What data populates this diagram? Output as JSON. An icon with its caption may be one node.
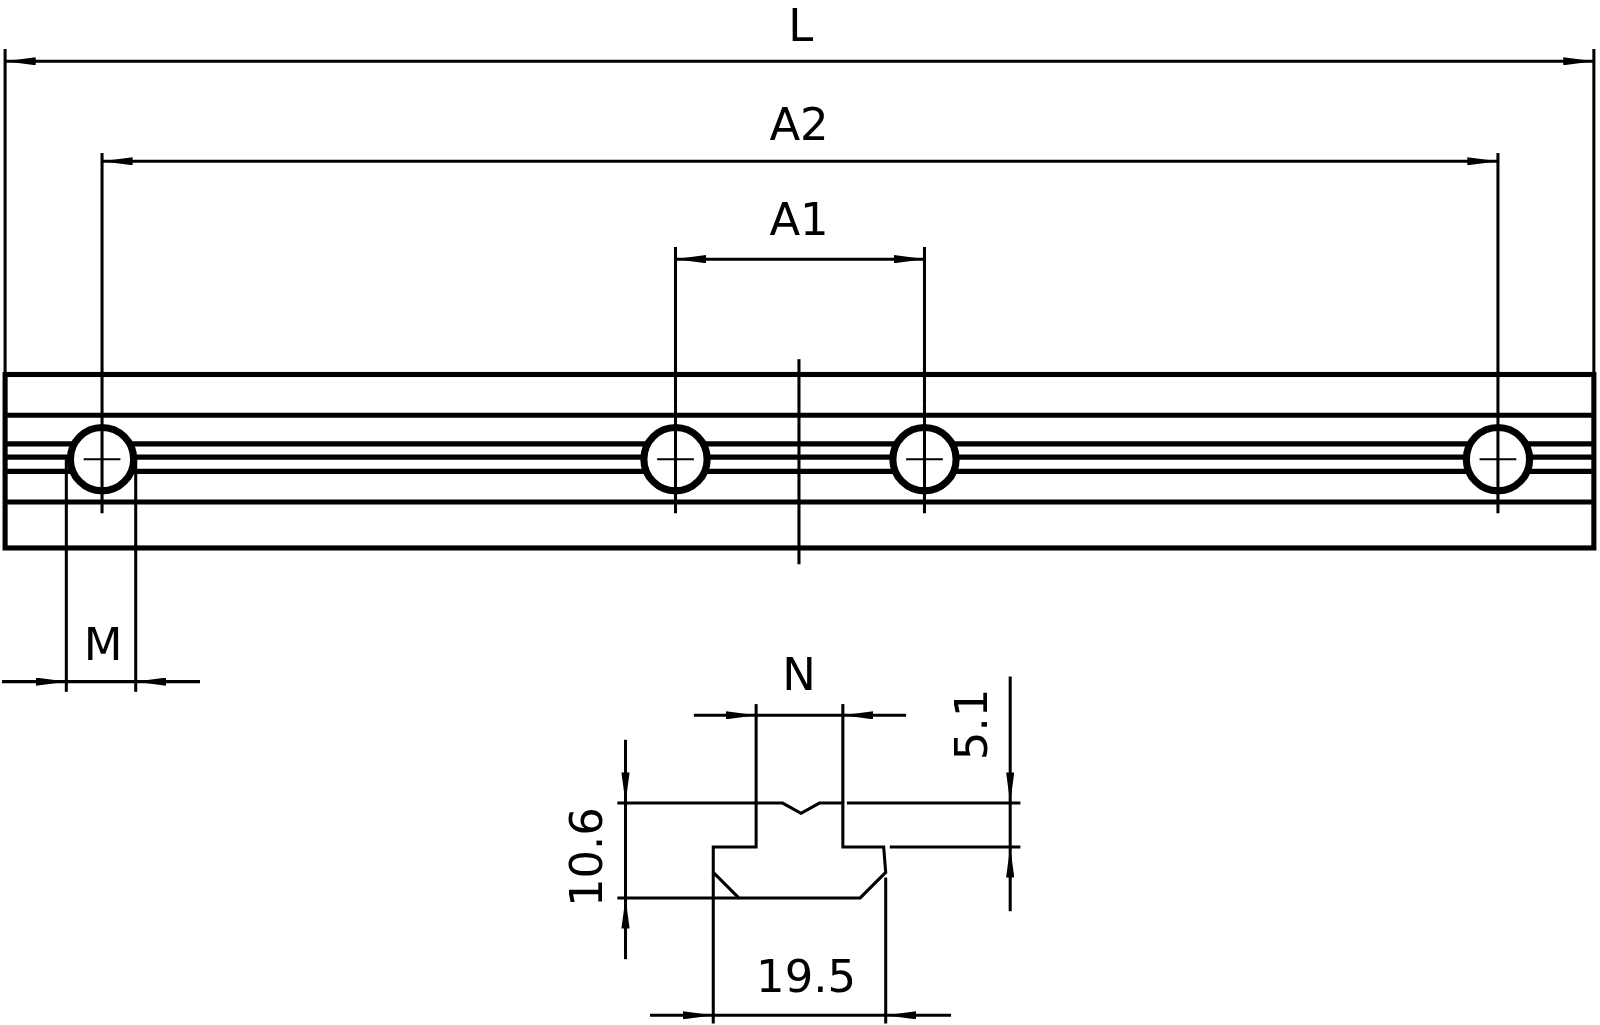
{
  "diagram": {
    "labels": [
      "L",
      "A2",
      "A1",
      "M",
      "N",
      "5.1",
      "10.6",
      "19.5"
    ]
  }
}
